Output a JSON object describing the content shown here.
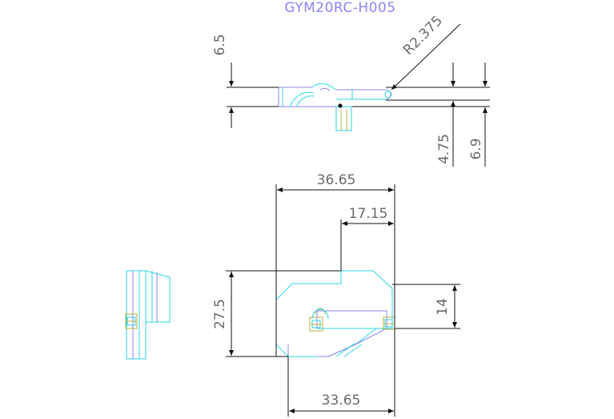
{
  "title": "GYM20RC-H005",
  "dimensions": {
    "top_height": "6.5",
    "radius": "R2.375",
    "thickness": "4.75",
    "total_height": "6.9",
    "width_top": "36.65",
    "offset": "17.15",
    "height": "27.5",
    "inner_height": "14",
    "width_bottom": "33.65"
  },
  "colors": {
    "dimension_line": "#111111",
    "outline_cyan": "#29d6e6",
    "outline_purple": "#8b86e8",
    "detail_olive": "#b9b23a",
    "title": "#8a86f2",
    "dimension_text": "#6a6a6a"
  }
}
